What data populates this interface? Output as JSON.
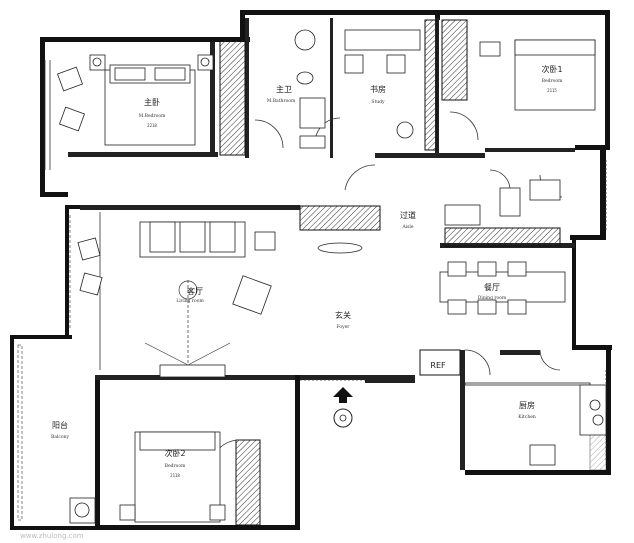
{
  "plan": {
    "rooms": {
      "master_bedroom": {
        "cn": "主卧",
        "en": "M.Bedroom",
        "area": "2218"
      },
      "master_bath": {
        "cn": "主卫",
        "en": "M.Bathroom"
      },
      "study": {
        "cn": "书房",
        "en": "Study"
      },
      "bedroom1": {
        "cn": "次卧1",
        "en": "Bedroom",
        "area": "2115"
      },
      "corridor": {
        "cn": "过道",
        "en": "Aisle"
      },
      "living": {
        "cn": "客厅",
        "en": "Living room"
      },
      "dining": {
        "cn": "餐厅",
        "en": "Dining room"
      },
      "foyer": {
        "cn": "玄关",
        "en": "Foyer"
      },
      "balcony": {
        "cn": "阳台",
        "en": "Balcony"
      },
      "bedroom2": {
        "cn": "次卧2",
        "en": "Bedroom",
        "area": "2118"
      },
      "kitchen": {
        "cn": "厨房",
        "en": "Kitchen"
      }
    },
    "appliance_label": "REF",
    "watermark": "www.zhulong.com"
  }
}
